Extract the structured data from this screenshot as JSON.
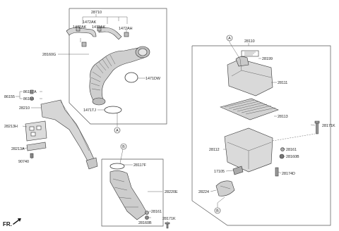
{
  "orientation_label": "FR.",
  "callout_labels": {
    "a": "A",
    "b": "B"
  },
  "part_numbers": {
    "p28710": "28710",
    "p1472AK_1": "1472AK",
    "p1472AK_2": "1472AK",
    "p1472AK_3": "1472AK",
    "p1472AH": "1472AH",
    "p28160G": "28160G",
    "p1471DW": "1471DW",
    "p1471TJ": "1471TJ",
    "p86155": "86155",
    "p86157A": "86157A",
    "p86156": "86156",
    "p28210": "28210",
    "p28213H": "28213H",
    "p28213A": "28213A",
    "p90740": "90740",
    "p28117F": "28117F",
    "p28220E": "28220E",
    "p28161_low": "28161",
    "p28160B_low": "28160B",
    "p28171K_low": "28171K",
    "p28110": "28110",
    "p28199": "28199",
    "p28111": "28111",
    "p28113": "28113",
    "p28112": "28112",
    "p28171K_right": "28171K",
    "p28161_right": "28161",
    "p28160B_right": "28160B",
    "p17105": "17105",
    "p28174D": "28174D",
    "p28224": "28224"
  }
}
